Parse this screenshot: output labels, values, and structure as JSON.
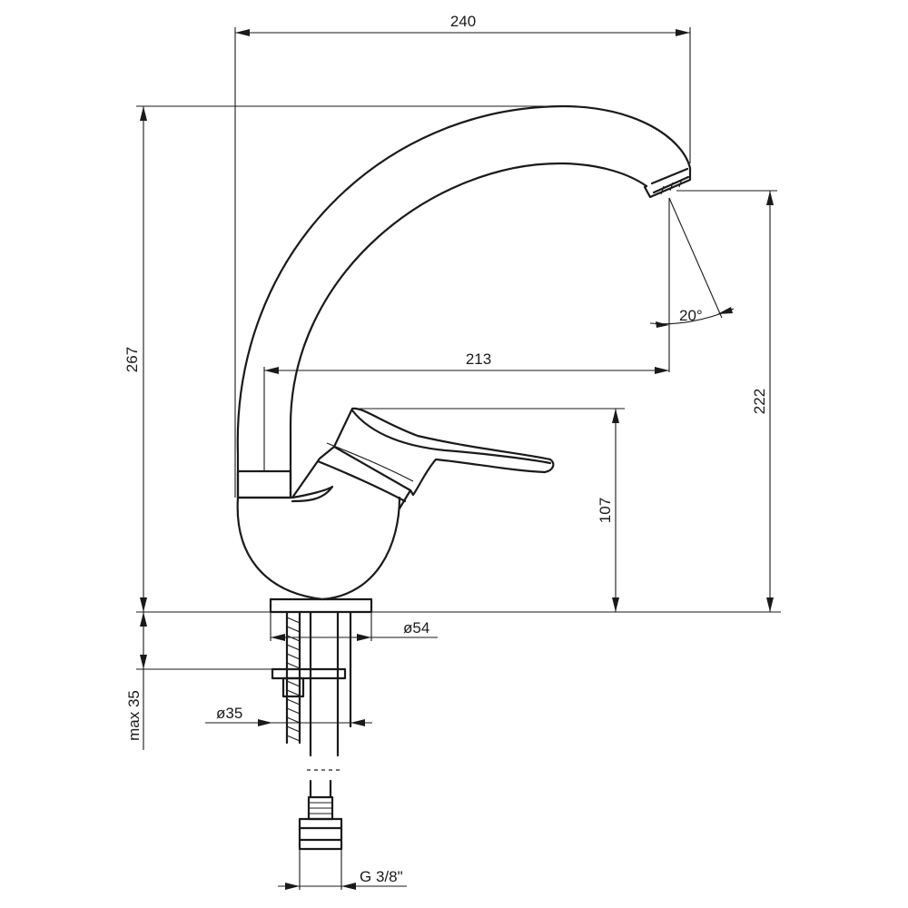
{
  "drawing": {
    "subject": "kitchen faucet technical dimension drawing",
    "line_color": "#1a1a1a",
    "background": "#ffffff",
    "dimensions": {
      "total_width": "240",
      "total_height": "267",
      "spout_reach": "213",
      "spout_outlet_height": "222",
      "handle_height": "107",
      "base_diameter": "ø54",
      "shank_diameter": "ø35",
      "max_counter_thickness": "max 35",
      "connection_thread": "G 3/8\"",
      "outlet_angle": "20°"
    }
  }
}
